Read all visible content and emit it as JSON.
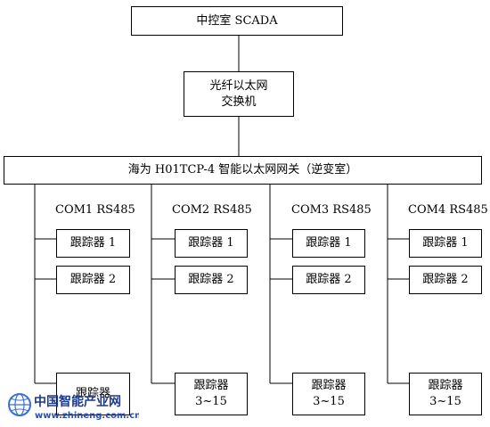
{
  "scada": {
    "label": "中控室 SCADA"
  },
  "switch": {
    "line1": "光纤以太网",
    "line2": "交换机"
  },
  "gateway": {
    "label": "海为 H01TCP-4 智能以太网网关（逆变室）"
  },
  "ports": [
    {
      "name": "COM1 RS485",
      "tracker1": "跟踪器 1",
      "tracker2": "跟踪器 2",
      "tracker3_line1": "跟踪器",
      "tracker3_line2": ""
    },
    {
      "name": "COM2 RS485",
      "tracker1": "跟踪器 1",
      "tracker2": "跟踪器 2",
      "tracker3_line1": "跟踪器",
      "tracker3_line2": "3~15"
    },
    {
      "name": "COM3 RS485",
      "tracker1": "跟踪器 1",
      "tracker2": "跟踪器 2",
      "tracker3_line1": "跟踪器",
      "tracker3_line2": "3~15"
    },
    {
      "name": "COM4 RS485",
      "tracker1": "跟踪器 1",
      "tracker2": "跟踪器 2",
      "tracker3_line1": "跟踪器",
      "tracker3_line2": "3~15"
    }
  ],
  "watermark": {
    "title": "中国智能产业网",
    "url": "www.zhineng.com.cn",
    "colors": {
      "title": "#1e3a8a",
      "url": "#2b4fa8",
      "globe": "#3b6fd6"
    }
  }
}
